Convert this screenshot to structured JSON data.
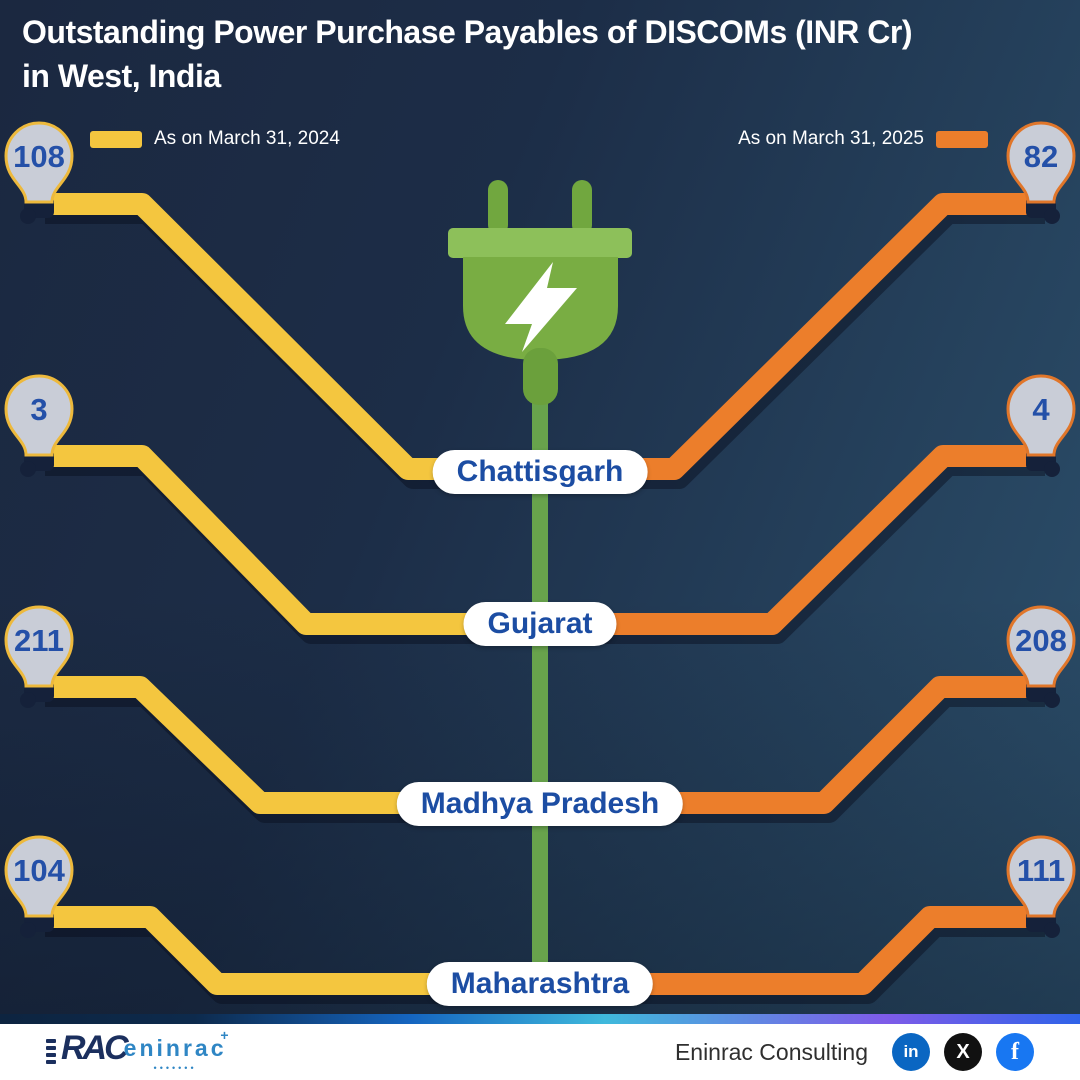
{
  "title": {
    "line1": "Outstanding Power Purchase Payables of DISCOMs (INR Cr)",
    "line2": "in West, India"
  },
  "legend": {
    "y2024": {
      "label": "As on March 31, 2024",
      "color": "#f4c63f"
    },
    "y2025": {
      "label": "As on March 31, 2025",
      "color": "#ec7e2b"
    }
  },
  "states": [
    {
      "name": "Chattisgarh",
      "as_on_2024": "108",
      "as_on_2025": "82"
    },
    {
      "name": "Gujarat",
      "as_on_2024": "3",
      "as_on_2025": "4"
    },
    {
      "name": "Madhya Pradesh",
      "as_on_2024": "211",
      "as_on_2025": "208"
    },
    {
      "name": "Maharashtra",
      "as_on_2024": "104",
      "as_on_2025": "111"
    }
  ],
  "chart_data": {
    "type": "table",
    "title": "Outstanding Power Purchase Payables of DISCOMs (INR Cr) in West, India",
    "categories": [
      "Chattisgarh",
      "Gujarat",
      "Madhya Pradesh",
      "Maharashtra"
    ],
    "series": [
      {
        "name": "As on March 31, 2024",
        "values": [
          108,
          3,
          211,
          104
        ]
      },
      {
        "name": "As on March 31, 2025",
        "values": [
          82,
          4,
          208,
          111
        ]
      }
    ],
    "legend_position": "top",
    "colors": {
      "2024": "#f4c63f",
      "2025": "#ec7e2b"
    }
  },
  "footer": {
    "logo_rac": "RAC",
    "logo_eninrac": "eninrac",
    "logo_dots": "•••••••",
    "logo_plus": "+",
    "company": "Eninrac Consulting",
    "social": {
      "linkedin": "in",
      "x": "X",
      "facebook": "f"
    }
  },
  "colors": {
    "background_top": "#1b2840",
    "background_right": "#2d516d",
    "wire_2024": "#f4c63f",
    "wire_2025": "#ec7e2b",
    "bulb_fill": "#c9cdd7",
    "bulb_number": "#2450a8",
    "state_label_text": "#1c4da3",
    "plug_green": "#79ad43",
    "linkedin": "#0a66c2",
    "x": "#111111",
    "facebook": "#1877f2"
  }
}
